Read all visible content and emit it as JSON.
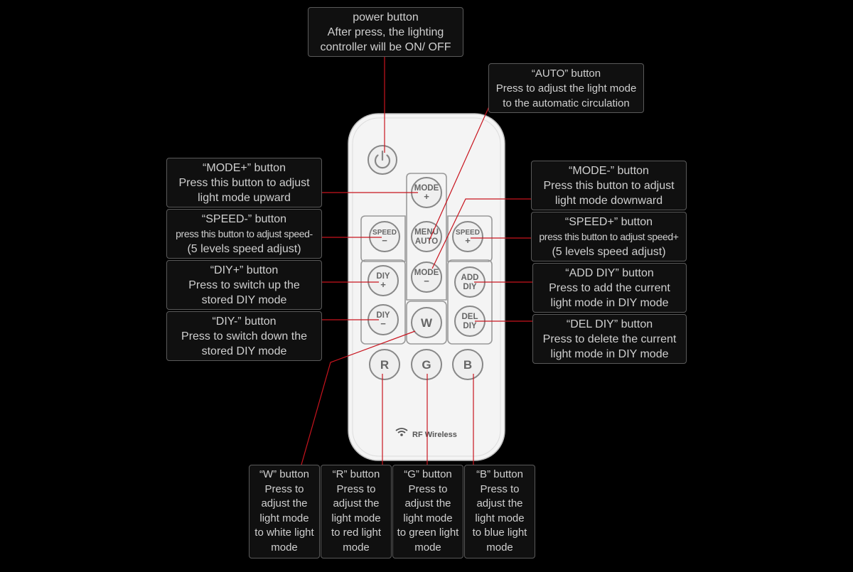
{
  "colors": {
    "background": "#000000",
    "remote_body": "#f4f4f4",
    "leader_line": "#c8141e",
    "callout_border": "#5a5a5a",
    "callout_text": "#cfcfcf"
  },
  "remote": {
    "buttons": {
      "power": "power-icon",
      "mode_plus": [
        "MODE",
        "+"
      ],
      "speed_minus": [
        "SPEED",
        "−"
      ],
      "menu_auto": [
        "MENU",
        "AUTO"
      ],
      "speed_plus": [
        "SPEED",
        "+"
      ],
      "diy_plus": [
        "DIY",
        "+"
      ],
      "mode_minus": [
        "MODE",
        "−"
      ],
      "add_diy": [
        "ADD",
        "DIY"
      ],
      "diy_minus": [
        "DIY",
        "−"
      ],
      "w": "W",
      "del_diy": [
        "DEL",
        "DIY"
      ],
      "r": "R",
      "g": "G",
      "b": "B"
    },
    "footer_label": "RF Wireless",
    "wifi_icon": "wifi-icon"
  },
  "callouts": {
    "power": [
      "power button",
      "After press, the lighting",
      "controller will be ON/ OFF"
    ],
    "auto": [
      "“AUTO” button",
      "Press to adjust the light mode",
      "to the automatic circulation"
    ],
    "mode_plus": [
      "“MODE+” button",
      "Press this button to adjust",
      "light mode upward"
    ],
    "mode_minus": [
      "“MODE-” button",
      "Press this button to adjust",
      "light mode downward"
    ],
    "speed_minus": [
      "“SPEED-” button",
      "press this button to adjust speed-",
      "(5 levels speed adjust)"
    ],
    "speed_plus": [
      "“SPEED+” button",
      "press this button to adjust speed+",
      "(5 levels speed adjust)"
    ],
    "diy_plus": [
      "“DIY+” button",
      "Press to switch up the",
      "stored DIY mode"
    ],
    "add_diy": [
      "“ADD DIY” button",
      "Press to add the current",
      "light mode in DIY mode"
    ],
    "diy_minus": [
      "“DIY-” button",
      "Press to switch down the",
      "stored DIY mode"
    ],
    "del_diy": [
      "“DEL DIY” button",
      "Press to delete the current",
      "light mode in DIY mode"
    ],
    "w": [
      "“W” button",
      "Press to",
      "adjust the",
      "light mode",
      "to white light",
      "mode"
    ],
    "r": [
      "“R” button",
      "Press to",
      "adjust the",
      "light mode",
      "to red light",
      "mode"
    ],
    "g": [
      "“G” button",
      "Press to",
      "adjust the",
      "light mode",
      "to green light",
      "mode"
    ],
    "b": [
      "“B” button",
      "Press to",
      "adjust the",
      "light mode",
      "to blue light",
      "mode"
    ]
  }
}
